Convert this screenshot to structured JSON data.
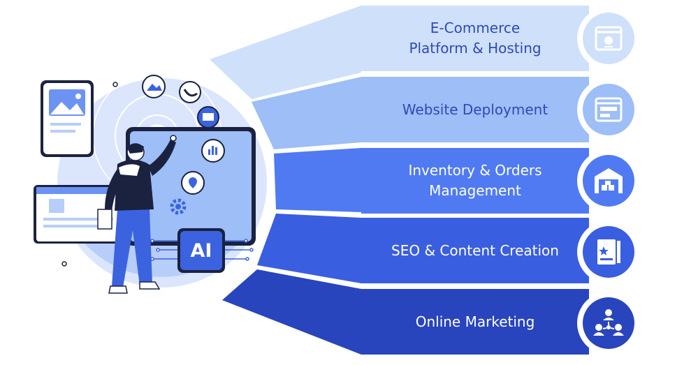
{
  "illustration": {
    "ai_chip_label": "AI"
  },
  "services": [
    {
      "label": "E-Commerce\nPlatform & Hosting",
      "icon": "browser-window-badge-icon",
      "band_color": "#cfe0fb",
      "text_color": "#2d4ab8"
    },
    {
      "label": "Website Deployment",
      "icon": "web-form-login-icon",
      "band_color": "#9dbef6",
      "text_color": "#2d4ab8"
    },
    {
      "label": "Inventory & Orders\nManagement",
      "icon": "warehouse-boxes-icon",
      "band_color": "#4f7af2",
      "text_color": "#ffffff"
    },
    {
      "label": "SEO & Content Creation",
      "icon": "content-document-star-icon",
      "band_color": "#3a5ee0",
      "text_color": "#ffffff"
    },
    {
      "label": "Online Marketing",
      "icon": "network-people-icon",
      "band_color": "#2845be",
      "text_color": "#ffffff"
    }
  ],
  "colors": {
    "ring": "#3b63e0",
    "circle_fill": "#dbe6fd",
    "light_blue": "#b7cdfa",
    "mid_blue": "#6d93f2",
    "dark_navy": "#1b2240"
  }
}
